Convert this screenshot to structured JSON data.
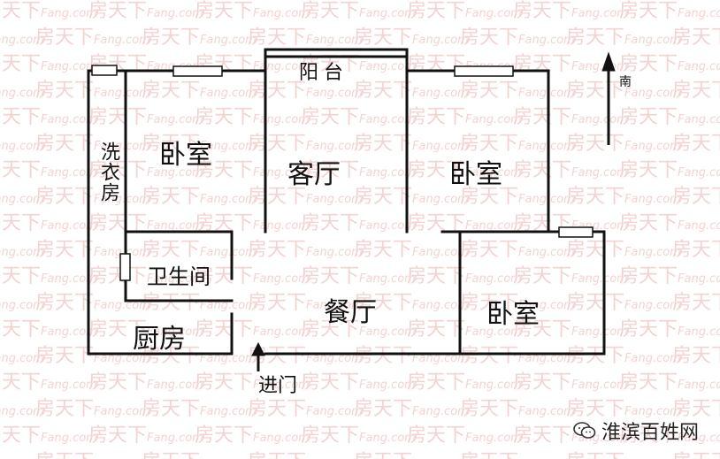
{
  "watermark": {
    "brand_cn": "房天下",
    "brand_en": "Fang.com"
  },
  "rooms": {
    "balcony": "阳台",
    "bedroom_nw": "卧室",
    "living_room": "客厅",
    "bedroom_ne": "卧室",
    "laundry": "洗衣房",
    "bathroom": "卫生间",
    "dining_room": "餐厅",
    "bedroom_se": "卧室",
    "kitchen": "厨房"
  },
  "entrance": {
    "label": "进门"
  },
  "compass": {
    "label": "南"
  },
  "footer": {
    "text": "淮滨百姓网",
    "icon": "wechat-icon"
  },
  "colors": {
    "wall": "#111111",
    "watermark": "#f0c4c4",
    "background": "#ffffff"
  }
}
